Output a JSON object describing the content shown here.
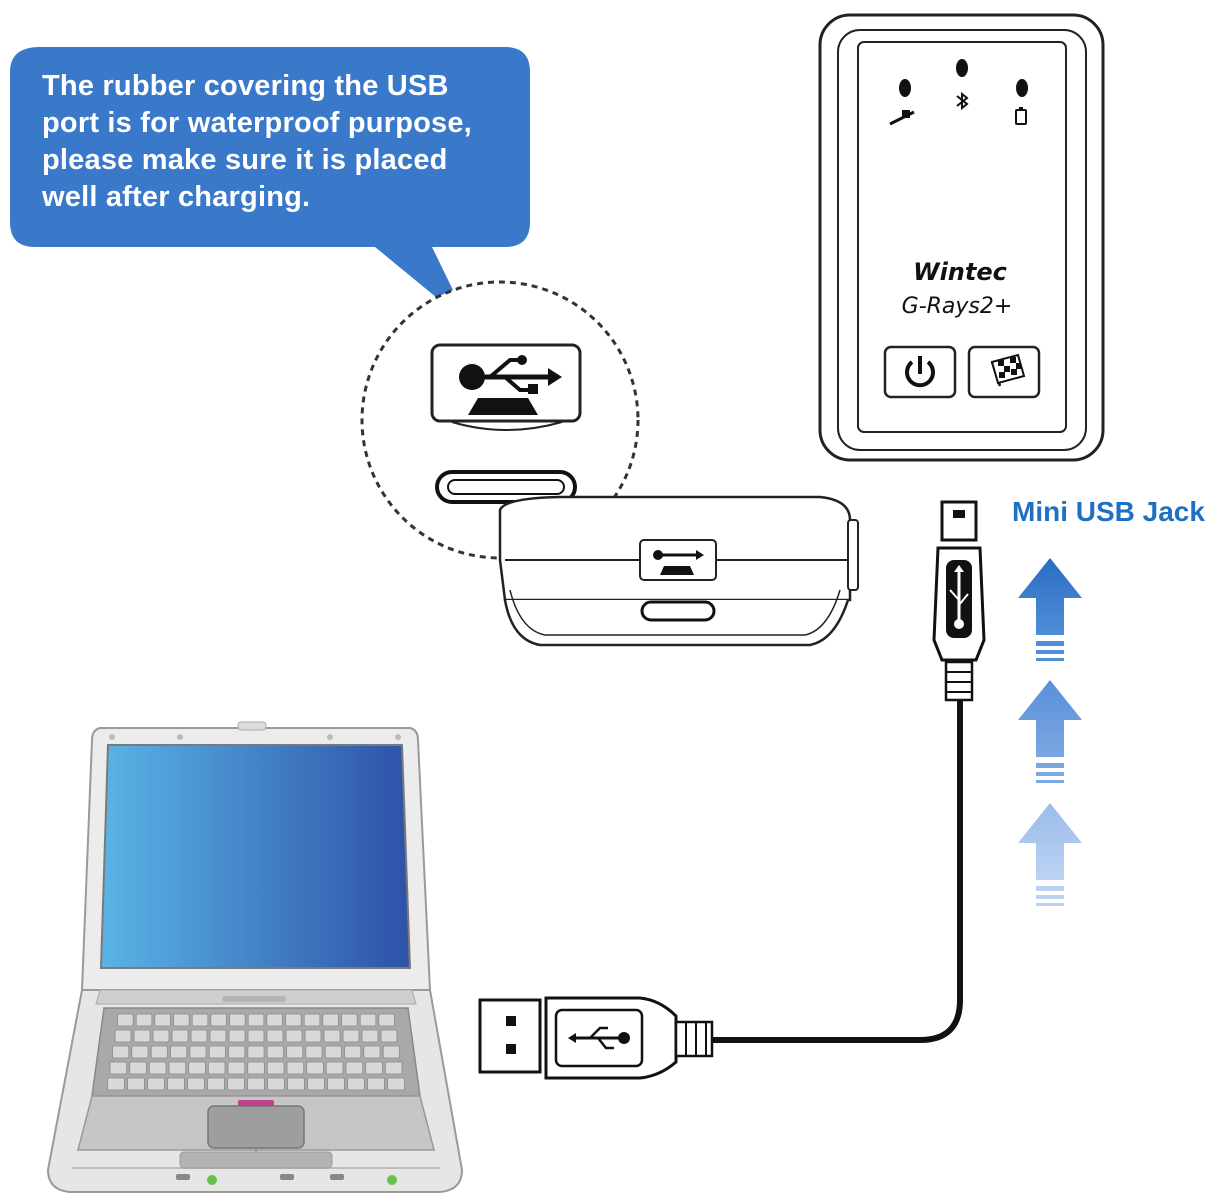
{
  "callout": {
    "lines": [
      "The  rubber covering  the  USB",
      "port is for waterproof purpose,",
      "please make sure it is  placed",
      "well after charging."
    ],
    "color": "#3a78c9"
  },
  "device": {
    "brand": "Wintec",
    "model": "G-Rays2+"
  },
  "jack_label": "Mini USB Jack",
  "colors": {
    "accent": "#1f6fc3",
    "screen_left": "#5ab4e6",
    "screen_right": "#2e55ab",
    "laptop_body": "#d9d9d9"
  },
  "icons": [
    "usb-icon",
    "power-icon",
    "checkered-flag-icon",
    "satellite-icon",
    "bluetooth-icon",
    "battery-icon"
  ]
}
